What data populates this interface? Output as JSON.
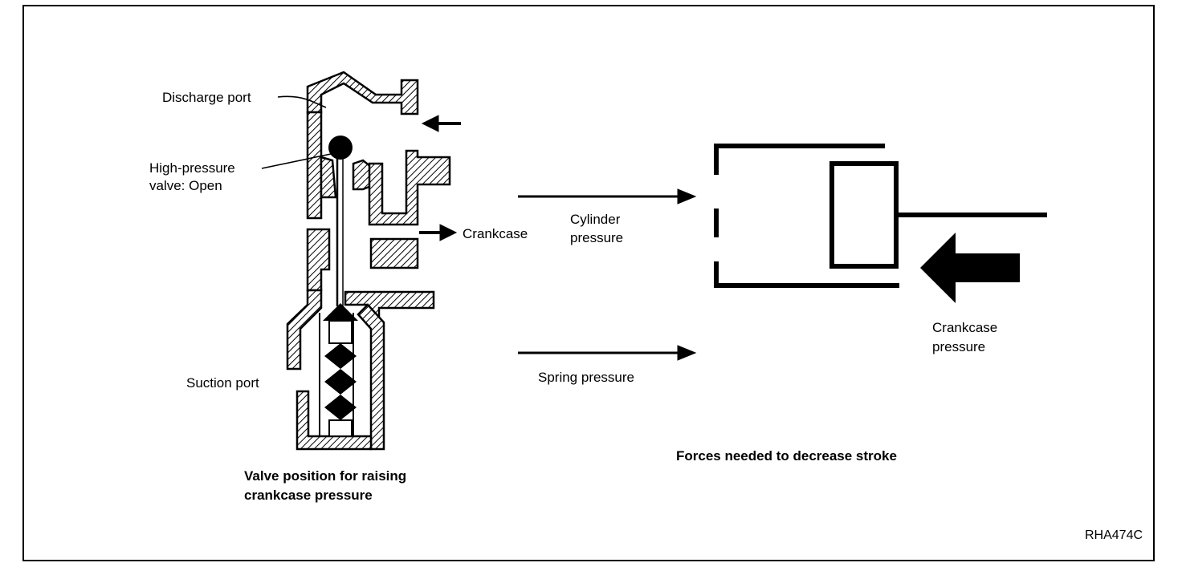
{
  "labels": {
    "discharge_port": "Discharge port",
    "high_pressure_line1": "High-pressure",
    "high_pressure_line2": "valve: Open",
    "crankcase": "Crankcase",
    "suction_port": "Suction port",
    "cylinder_pressure_line1": "Cylinder",
    "cylinder_pressure_line2": "pressure",
    "spring_pressure": "Spring pressure",
    "crankcase_pressure_line1": "Crankcase",
    "crankcase_pressure_line2": "pressure"
  },
  "captions": {
    "valve_line1": "Valve position for raising",
    "valve_line2": "crankcase pressure",
    "forces": "Forces needed to decrease stroke"
  },
  "figure_id": "RHA474C"
}
